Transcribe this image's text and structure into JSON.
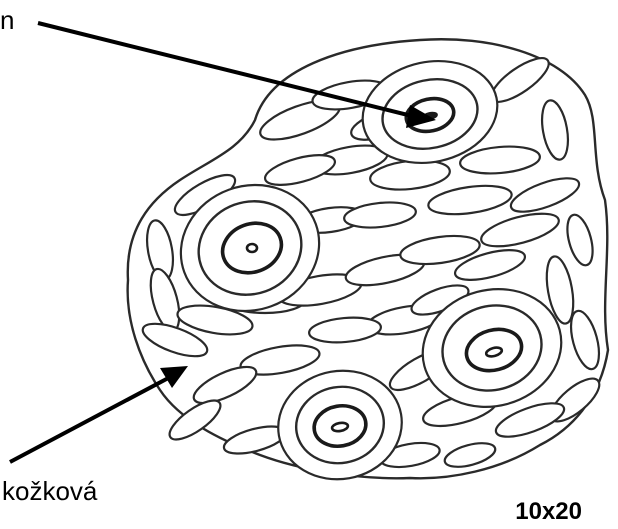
{
  "labels": {
    "top": "n",
    "bottom": "kožková",
    "magnification": "10x20"
  },
  "colors": {
    "ink": "#1a1a1a",
    "background": "#ffffff"
  }
}
